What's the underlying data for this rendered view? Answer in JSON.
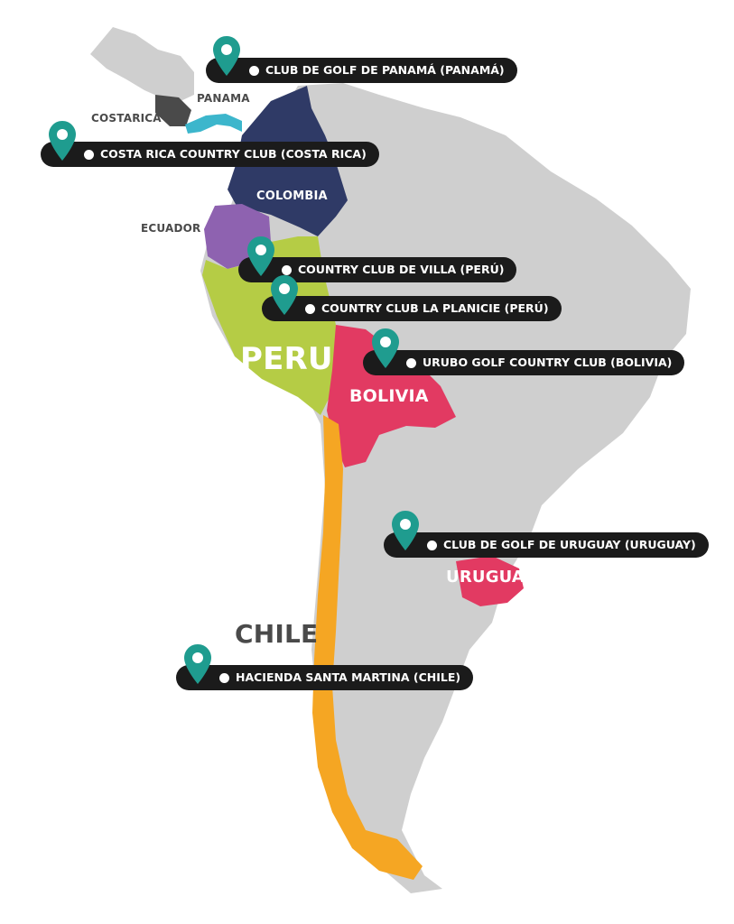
{
  "map": {
    "colors": {
      "land": "#cfcfcf",
      "panama": "#3cb6cc",
      "costa_rica": "#4a4a4a",
      "colombia": "#2f3a66",
      "ecuador": "#8e62b0",
      "peru": "#b5cc45",
      "bolivia": "#e23a62",
      "chile": "#f5a623",
      "uruguay": "#e23a62",
      "pin": "#1f9c8f",
      "pill": "#1b1b1b"
    },
    "countries": {
      "panama": "PANAMA",
      "costarica": "COSTARICA",
      "colombia": "COLOMBIA",
      "ecuador": "ECUADOR",
      "peru": "PERU",
      "bolivia": "BOLIVIA",
      "uruguay": "URUGUAY",
      "chile": "CHILE"
    },
    "clubs": [
      {
        "name": "CLUB DE GOLF DE PANAMÁ (PANAMÁ)",
        "icon": "map-pin-icon"
      },
      {
        "name": "COSTA RICA COUNTRY CLUB (COSTA RICA)",
        "icon": "map-pin-icon"
      },
      {
        "name": "COUNTRY CLUB DE VILLA (PERÚ)",
        "icon": "map-pin-icon"
      },
      {
        "name": "COUNTRY CLUB LA PLANICIE (PERÚ)",
        "icon": "map-pin-icon"
      },
      {
        "name": "URUBO GOLF COUNTRY CLUB (BOLIVIA)",
        "icon": "map-pin-icon"
      },
      {
        "name": "CLUB DE GOLF DE URUGUAY (URUGUAY)",
        "icon": "map-pin-icon"
      },
      {
        "name": "HACIENDA SANTA MARTINA (CHILE)",
        "icon": "map-pin-icon"
      }
    ]
  }
}
